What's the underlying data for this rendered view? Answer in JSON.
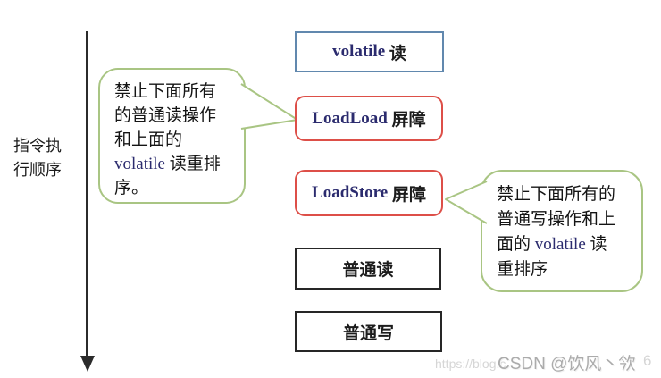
{
  "axis": {
    "label_line1": "指令执",
    "label_line2": "行顺序"
  },
  "nodes": [
    {
      "id": "volatile-read",
      "en": "volatile",
      "zh": " 读",
      "border": "blue"
    },
    {
      "id": "loadload-barrier",
      "en": "LoadLoad",
      "zh": " 屏障",
      "border": "red"
    },
    {
      "id": "loadstore-barrier",
      "en": "LoadStore",
      "zh": " 屏障",
      "border": "red"
    },
    {
      "id": "plain-read",
      "en": "",
      "zh": "普通读",
      "border": "black"
    },
    {
      "id": "plain-write",
      "en": "",
      "zh": "普通写",
      "border": "black"
    }
  ],
  "callouts": {
    "left": {
      "before": "禁止下面所有\n的普通读操作\n和上面的\n",
      "keyword": "volatile",
      "after": " 读重排\n序。"
    },
    "right": {
      "before": "禁止下面所有的\n普通写操作和上\n面的 ",
      "keyword": "volatile",
      "after": " 读\n重排序"
    }
  },
  "watermark": {
    "url_fragment": "https://blog.c",
    "handle": "CSDN @饮风丶欦",
    "trail": "6"
  },
  "colors": {
    "box_blue_border": "#6188ae",
    "barrier_red_border": "#dd4f48",
    "plain_black_border": "#262626",
    "callout_green_border": "#a9c583",
    "latin_text": "#2b2b6e",
    "text": "#1a1a1a",
    "watermark_light": "#d6d6d6",
    "watermark_dark": "#ababab"
  }
}
